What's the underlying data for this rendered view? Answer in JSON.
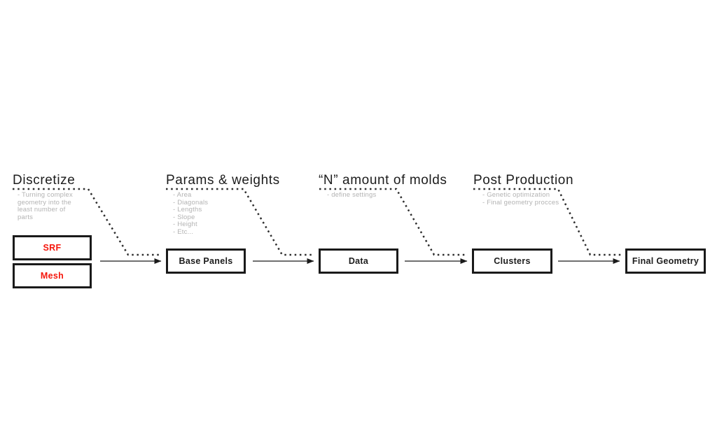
{
  "colors": {
    "background": "#ffffff",
    "accent": "#f5170d",
    "heading": "#1c1c1c",
    "muted": "#b3b3b3",
    "line": "#1a1a1a",
    "dots": "#2d2d2d"
  },
  "stages": [
    {
      "heading": "Discretize",
      "bullets": [
        "- Turning complex geometry into the least number of parts"
      ]
    },
    {
      "heading": "Params & weights",
      "bullets": [
        "- Area",
        "- Diagonals",
        "- Lengths",
        "- Slope",
        "- Height",
        "- Etc..."
      ]
    },
    {
      "heading": "“N” amount of molds",
      "bullets": [
        "- define settings"
      ]
    },
    {
      "heading": "Post Production",
      "bullets": [
        "- Genetic optimization",
        "- Final geometry procces"
      ]
    }
  ],
  "nodes": [
    {
      "label": "SRF"
    },
    {
      "label": "Mesh"
    },
    {
      "label": "Base Panels"
    },
    {
      "label": "Data"
    },
    {
      "label": "Clusters"
    },
    {
      "label": "Final Geometry"
    }
  ]
}
